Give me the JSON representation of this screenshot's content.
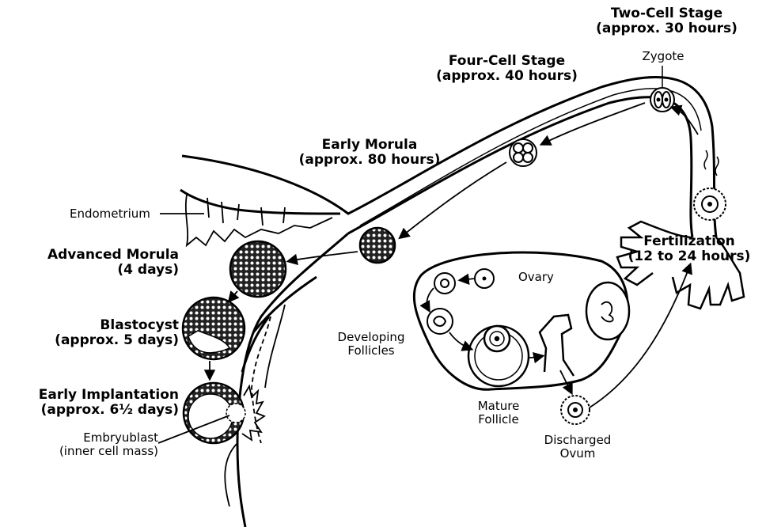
{
  "stages": {
    "two_cell": {
      "title": "Two-Cell Stage",
      "time": "(approx. 30 hours)"
    },
    "zygote": "Zygote",
    "four_cell": {
      "title": "Four-Cell Stage",
      "time": "(approx. 40 hours)"
    },
    "early_morula": {
      "title": "Early Morula",
      "time": "(approx. 80 hours)"
    },
    "advanced_morula": {
      "title": "Advanced Morula",
      "time": "(4 days)"
    },
    "blastocyst": {
      "title": "Blastocyst",
      "time": "(approx. 5 days)"
    },
    "early_implantation": {
      "title": "Early Implantation",
      "time": "(approx. 6½ days)"
    },
    "fertilization": {
      "title": "Fertilization",
      "time": "(12 to 24 hours)"
    }
  },
  "anatomy": {
    "endometrium": "Endometrium",
    "ovary": "Ovary",
    "developing_follicles": [
      "Developing",
      "Follicles"
    ],
    "mature_follicle": [
      "Mature",
      "Follicle"
    ],
    "discharged_ovum": [
      "Discharged",
      "Ovum"
    ],
    "embryoblast": [
      "Embryublast",
      "(inner cell mass)"
    ]
  },
  "colors": {
    "ink": "#000000",
    "paper": "#ffffff",
    "dot_fill": "#222222"
  }
}
